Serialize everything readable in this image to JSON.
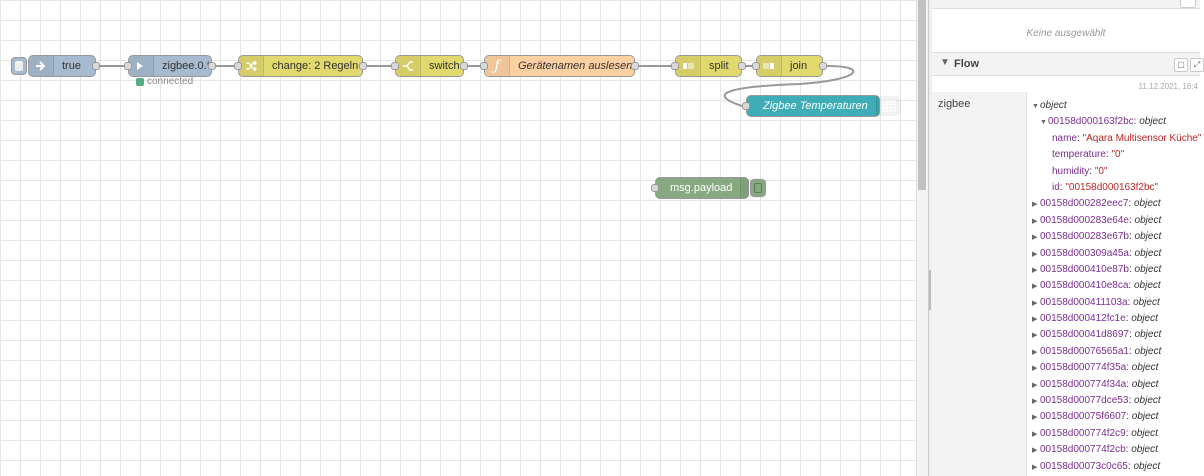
{
  "nodes": {
    "inject": {
      "label": "true",
      "color": "#a6bbcf"
    },
    "zigbee": {
      "label": "zigbee.0.*",
      "status": "connected",
      "color": "#a6bbcf"
    },
    "change": {
      "label": "change: 2 Regeln",
      "color": "#e2d96e"
    },
    "switch": {
      "label": "switch",
      "color": "#e2d96e"
    },
    "function": {
      "label": "Gerätenamen auslesen",
      "color": "#fdd0a2"
    },
    "split": {
      "label": "split",
      "color": "#e2d96e"
    },
    "join": {
      "label": "join",
      "color": "#e2d96e"
    },
    "table": {
      "label": "Zigbee Temperaturen",
      "color": "#3fadb5"
    },
    "debug": {
      "label": "msg.payload",
      "color": "#87a980"
    }
  },
  "icons": {
    "inject": "arrow-right-icon",
    "zigbee": "arrow-in-icon",
    "change": "shuffle-icon",
    "switch": "switch-icon",
    "function": "function-icon",
    "split": "split-icon",
    "join": "join-icon",
    "table": "table-icon",
    "debug": "list-icon"
  },
  "sidebar": {
    "no_selection": "Keine ausgewählt",
    "section_title": "Flow",
    "timestamp": "11.12.2021, 16:4",
    "topic": "zigbee",
    "root_label": "object",
    "expanded_key": "00158d000163f2bc",
    "expanded_type": "object",
    "expanded_props": [
      {
        "key": "name",
        "value": "\"Aqara Multisensor Küche\""
      },
      {
        "key": "temperature",
        "value": "\"0\""
      },
      {
        "key": "humidity",
        "value": "\"0\""
      },
      {
        "key": "id",
        "value": "\"00158d000163f2bc\""
      }
    ],
    "collapsed_items": [
      "00158d000282eec7",
      "00158d000283e64e",
      "00158d000283e67b",
      "00158d000309a45a",
      "00158d000410e87b",
      "00158d000410e8ca",
      "00158d000411103a",
      "00158d000412fc1e",
      "00158d00041d8697",
      "00158d00076565a1",
      "00158d000774f35a",
      "00158d000774f34a",
      "00158d00077dce53",
      "00158d00075f6607",
      "00158d000774f2c9",
      "00158d000774f2cb",
      "00158d00073c0c65"
    ],
    "collapsed_type": "object"
  }
}
